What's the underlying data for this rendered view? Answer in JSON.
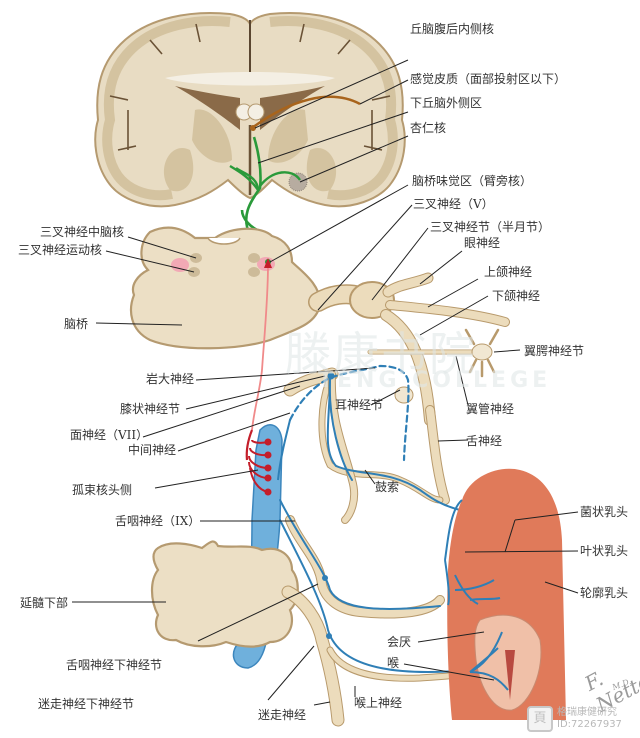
{
  "figure": {
    "title_hidden": "",
    "labels": {
      "thalamus_vpm": "丘脑腹后内侧核",
      "sensory_cortex": "感觉皮质（面部投射区以下）",
      "lateral_hypothalamus": "下丘脑外侧区",
      "amygdala": "杏仁核",
      "pontine_taste_area": "脑桥味觉区（臂旁核）",
      "trigeminal_nerve": "三叉神经（V）",
      "trigeminal_ganglion": "三叉神经节（半月节）",
      "ophthalmic_nerve": "眼神经",
      "maxillary_nerve": "上颌神经",
      "mandibular_nerve": "下颌神经",
      "pterygopalatine_ganglion": "翼腭神经节",
      "nerve_pterygoid_canal": "翼管神经",
      "lingual_nerve": "舌神经",
      "fungiform_papillae": "菌状乳头",
      "foliate_papillae": "叶状乳头",
      "vallate_papillae": "轮廓乳头",
      "epiglottis": "会厌",
      "larynx": "喉",
      "superior_laryngeal_nerve": "喉上神经",
      "vagus_nerve": "迷走神经",
      "inferior_ganglion_vagus": "迷走神经下神经节",
      "inferior_ganglion_glossopharyngeal": "舌咽神经下神经节",
      "lower_medulla": "延髓下部",
      "glossopharyngeal_nerve": "舌咽神经（IX）",
      "nucleus_solitary_rostral": "孤束核头侧",
      "nervus_intermedius": "中间神经",
      "facial_nerve": "面神经（VII）",
      "geniculate_ganglion": "膝状神经节",
      "greater_petrosal_nerve": "岩大神经",
      "otic_ganglion": "耳神经节",
      "chorda_tympani": "鼓索",
      "mesencephalic_trigeminal_nucleus": "三叉神经中脑核",
      "motor_trigeminal_nucleus": "三叉神经运动核",
      "pons": "脑桥"
    },
    "colors": {
      "tissue": "#eadcc4",
      "tissue_edge": "#b89a6c",
      "grey_matter": "#d6c6a6",
      "nerve": "#e9dcbf",
      "taste_fiber_blue": "#2f7fb6",
      "solitary_tract_blue": "#6fb0dc",
      "red_fiber": "#c41e2a",
      "green_pathway": "#2a9a3a",
      "cortical_pathway": "#a8641c",
      "tongue": "#e07a5a",
      "nucleus_pink": "#f2a9b5"
    }
  },
  "watermarks": {
    "center_cn": "滕康书院",
    "center_en": "TENG COLLEGE",
    "signature": "F. Netter",
    "signature_md": "M.D.",
    "bottom_right_line1": "格瑞康健研究",
    "bottom_right_line2": "ID:72267937"
  }
}
